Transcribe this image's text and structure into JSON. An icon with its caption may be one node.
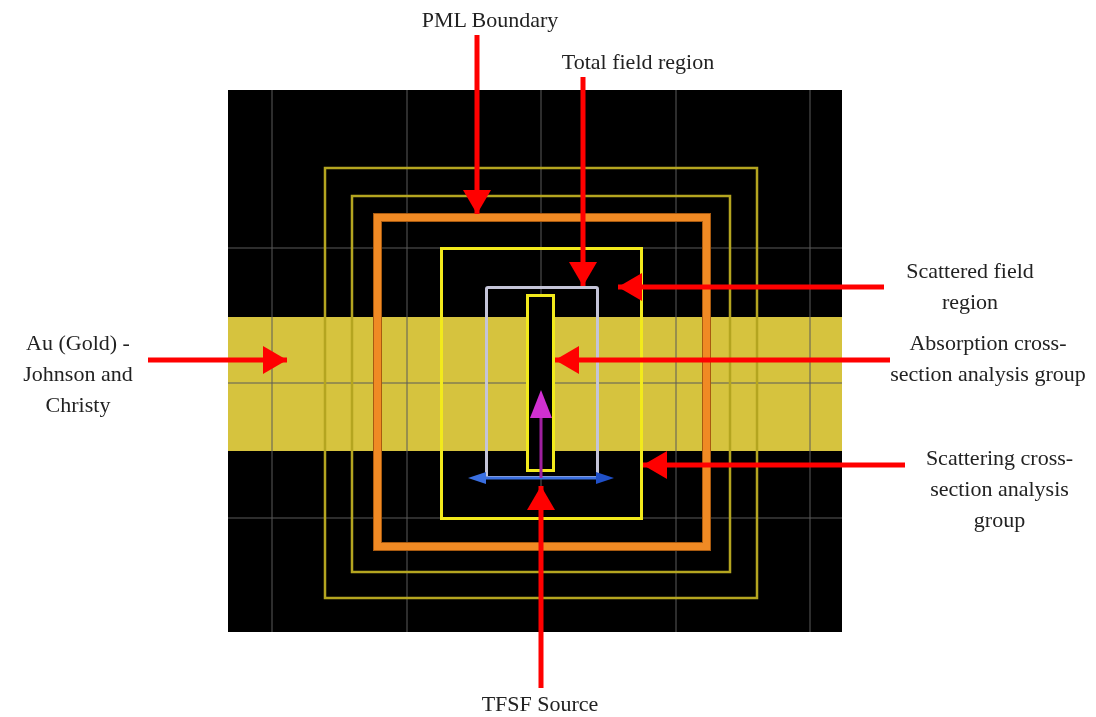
{
  "diagram": {
    "nodes": [
      {
        "text": [
          "PML Boundary"
        ]
      },
      {
        "text": [
          "Total field region"
        ]
      },
      {
        "text": [
          "Scattered field region"
        ]
      },
      {
        "text": [
          "Absorption cross-section analysis group"
        ]
      },
      {
        "text": [
          "Scattering cross-section analysis group"
        ]
      },
      {
        "text": [
          "Au (Gold) - Johnson and Christy"
        ]
      },
      {
        "text": [
          "TFSF Source"
        ]
      },
      {
        "text": [],
        "shape": "bar"
      },
      {
        "text": [],
        "shape": "box"
      },
      {
        "text": [],
        "shape": "box",
        "in": 8
      },
      {
        "text": [],
        "shape": "box",
        "in": 9
      },
      {
        "text": [],
        "shape": "box",
        "in": 10
      },
      {
        "text": [],
        "shape": "picture",
        "in": 9
      }
    ],
    "edges": [
      {
        "from": 0,
        "to": 8,
        "arrow": "to"
      },
      {
        "from": 1,
        "to": 10,
        "arrow": "to"
      },
      {
        "from": 2,
        "to": 9,
        "arrow": "to"
      },
      {
        "from": 3,
        "to": 11,
        "arrow": "to"
      },
      {
        "from": 4,
        "to": 9,
        "arrow": "to"
      },
      {
        "from": 5,
        "to": 7,
        "arrow": "to"
      },
      {
        "from": 6,
        "to": 12,
        "arrow": "to"
      }
    ]
  }
}
